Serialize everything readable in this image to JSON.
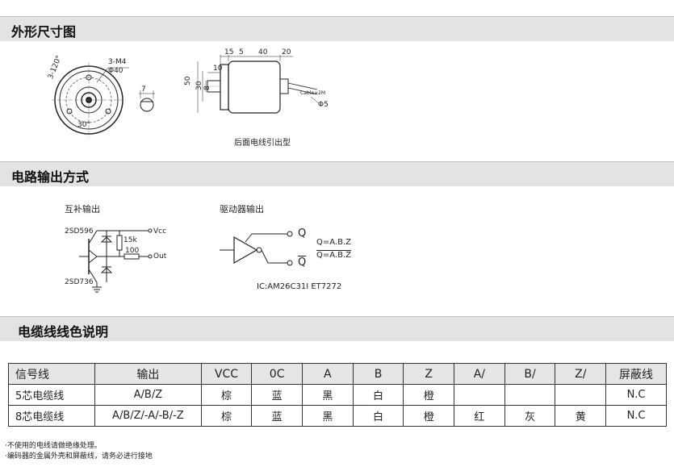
{
  "sections": {
    "dimensions_title": "外形尺寸图",
    "circuit_title": "电路输出方式",
    "cable_title": "电缆线线色说明"
  },
  "dimensions": {
    "front_labels": {
      "mount_holes": "3-M4",
      "pcd": "Φ40",
      "angle_120": "3-120°",
      "angle_30": "30°",
      "shaft_flat": "7"
    },
    "side_labels": {
      "d15": "15",
      "d5": "5",
      "d40": "40",
      "d20": "20",
      "d10": "10",
      "d50": "50",
      "d30": "30",
      "d8": "8",
      "cable_len": "Cable≥2M",
      "cable_dia": "Φ5"
    },
    "caption": "后面电线引出型"
  },
  "circuit": {
    "complementary": {
      "title": "互补输出",
      "transistor_top": "2SD596",
      "transistor_bottom": "2SD736",
      "resistor_pullup": "15k",
      "resistor_series": "100",
      "vcc": "Vcc",
      "out": "Out"
    },
    "driver": {
      "title": "驱动器输出",
      "q": "Q",
      "q_bar": "Q",
      "q_expr": "Q=A.B.Z",
      "q_bar_expr": "Q=A.B.Z",
      "ic": "IC:AM26C31I  ET7272"
    }
  },
  "cable_table": {
    "header": [
      "信号线",
      "输出",
      "VCC",
      "0C",
      "A",
      "B",
      "Z",
      "A/",
      "B/",
      "Z/",
      "屏蔽线"
    ],
    "rows": [
      [
        "5芯电缆线",
        "A/B/Z",
        "棕",
        "蓝",
        "黑",
        "白",
        "橙",
        "",
        "",
        "",
        "N.C"
      ],
      [
        "8芯电缆线",
        "A/B/Z/-A/-B/-Z",
        "棕",
        "蓝",
        "黑",
        "白",
        "橙",
        "红",
        "灰",
        "黄",
        "N.C"
      ]
    ]
  },
  "notes": {
    "note1": "·不使用的电线请做绝缘处理。",
    "note2": "·编码器的金属外壳和屏蔽线，请务必进行接地"
  }
}
